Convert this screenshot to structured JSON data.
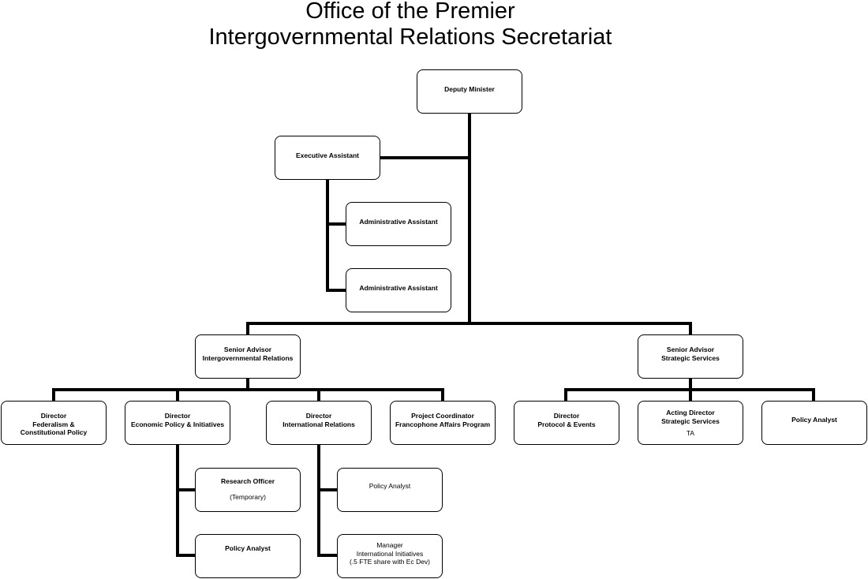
{
  "title": {
    "line1": "Office of the Premier",
    "line2": "Intergovernmental Relations Secretariat"
  },
  "nodes": {
    "deputy_minister": {
      "title": "Deputy Minister"
    },
    "executive_assistant": {
      "title": "Executive Assistant"
    },
    "admin_assistant_1": {
      "title": "Administrative Assistant"
    },
    "admin_assistant_2": {
      "title": "Administrative Assistant"
    },
    "senior_advisor_igr": {
      "line1": "Senior Advisor",
      "line2": "Intergovernmental Relations"
    },
    "senior_advisor_ss": {
      "line1": "Senior Advisor",
      "line2": "Strategic Services"
    },
    "director_federalism": {
      "line1": "Director",
      "line2": "Federalism &",
      "line3": "Constitutional Policy"
    },
    "director_economic": {
      "line1": "Director",
      "line2": "Economic Policy & Initiatives"
    },
    "director_international": {
      "line1": "Director",
      "line2": "International Relations"
    },
    "project_coordinator": {
      "line1": "Project Coordinator",
      "line2": "Francophone Affairs Program"
    },
    "director_protocol": {
      "line1": "Director",
      "line2": "Protocol & Events"
    },
    "acting_director": {
      "line1": "Acting Director",
      "line2": "Strategic Services",
      "note": "TA"
    },
    "policy_analyst_ss": {
      "title": "Policy Analyst"
    },
    "research_officer": {
      "title": "Research Officer",
      "note": "(Temporary)"
    },
    "policy_analyst_ep": {
      "title": "Policy Analyst"
    },
    "policy_analyst_ir": {
      "title": "Policy Analyst"
    },
    "manager_ii": {
      "line1": "Manager",
      "line2": "International Initiatives",
      "line3": "(.5 FTE share with Ec Dev)"
    }
  }
}
